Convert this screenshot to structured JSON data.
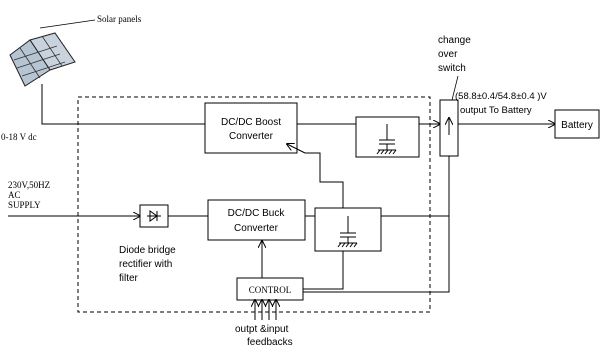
{
  "labels": {
    "solar_panels": "Solar panels",
    "input_voltage": "0-18 V dc",
    "ac_supply_line1": "230V,50HZ",
    "ac_supply_line2": "AC",
    "ac_supply_line3": "SUPPLY",
    "boost_line1": "DC/DC Boost",
    "boost_line2": "Converter",
    "buck_line1": "DC/DC Buck",
    "buck_line2": "Converter",
    "diode_line1": "Diode bridge",
    "diode_line2": "rectifier with",
    "diode_line3": "filter",
    "control": "CONTROL",
    "feedback_line1": "outpt &input",
    "feedback_line2": "feedbacks",
    "switch_line1": "change",
    "switch_line2": "over",
    "switch_line3": "switch",
    "output_voltage": "(58.8±0.4/54.8±0.4 )V",
    "output_to_battery": "output To Battery",
    "battery": "Battery"
  }
}
